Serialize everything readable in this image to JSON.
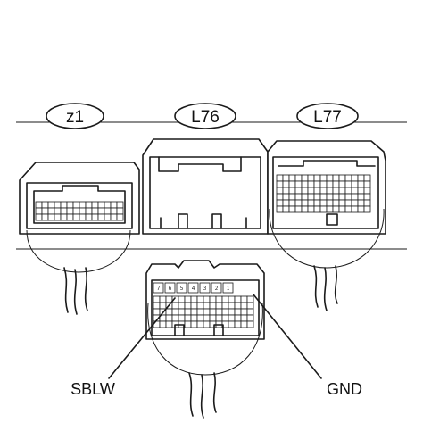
{
  "connectors": [
    {
      "id": "z1",
      "label": "z1"
    },
    {
      "id": "L76",
      "label": "L76"
    },
    {
      "id": "L77",
      "label": "L77"
    }
  ],
  "callouts": {
    "left": "SBLW",
    "right": "GND"
  },
  "pin_numbers": [
    "7",
    "6",
    "5",
    "4",
    "3",
    "2",
    "1"
  ],
  "colors": {
    "line": "#1a1a1a",
    "background": "#ffffff"
  }
}
